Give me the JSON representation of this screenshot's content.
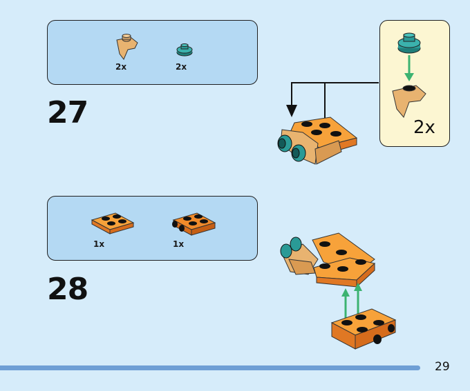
{
  "steps": [
    {
      "number": "27",
      "parts": [
        {
          "icon": "tan-slope-curve-piece-icon",
          "qty": "2x"
        },
        {
          "icon": "teal-round-plate-icon",
          "qty": "2x"
        }
      ],
      "subassembly": {
        "qty": "2x"
      }
    },
    {
      "number": "28",
      "parts": [
        {
          "icon": "orange-plate-2x2-icon",
          "qty": "1x"
        },
        {
          "icon": "orange-plate-with-wheels-icon",
          "qty": "1x"
        }
      ]
    }
  ],
  "page": {
    "number": "29"
  },
  "colors": {
    "background": "#d6ecfa",
    "parts_box": "#b4d9f3",
    "subassembly_box": "#fcf6d2",
    "orange": "#f7a23a",
    "dark_orange": "#e07824",
    "tan": "#e8b370",
    "teal": "#2a9a96",
    "arrow_green": "#3cb371",
    "bar": "#6f9fd5"
  }
}
